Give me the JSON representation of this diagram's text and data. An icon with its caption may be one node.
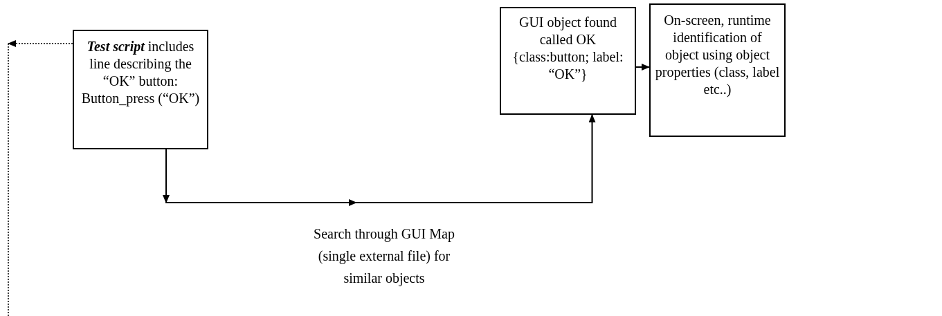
{
  "diagram": {
    "nodes": [
      {
        "text": [
          "**Test script** includes line describing the “OK” button: Button_press (“OK”)"
        ]
      },
      {
        "text": [
          "GUI object found called OK {class:button; label: “OK”}"
        ]
      },
      {
        "text": [
          "On-screen, runtime identification of object using object properties (class, label etc..)"
        ]
      }
    ],
    "edges": [
      {
        "from": 0,
        "to": 1,
        "arrow": "to",
        "label": "Search through GUI Map (single external file) for similar objects"
      },
      {
        "from": 1,
        "to": 2,
        "arrow": "to"
      },
      {
        "from": 0,
        "to": null,
        "arrow": "to",
        "style": "dashed"
      }
    ]
  }
}
